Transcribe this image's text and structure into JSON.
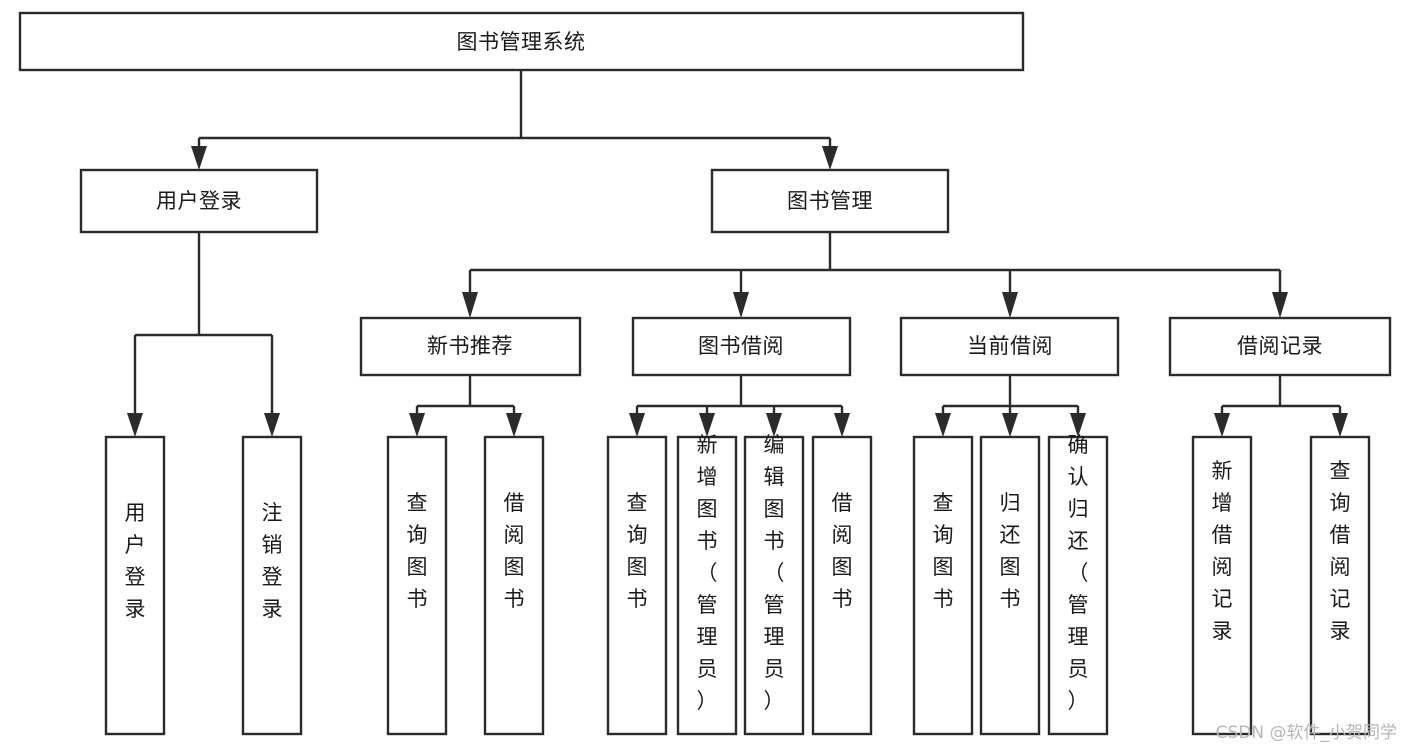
{
  "diagram": {
    "type": "tree",
    "title_node": "图书管理系统",
    "orientation": "top-down",
    "colors": {
      "box_stroke": "#2b2b2b",
      "box_fill": "#ffffff",
      "text": "#1a1a1a",
      "background": "#ffffff",
      "watermark": "#b6b6b6"
    },
    "nodes": {
      "root": {
        "label": "图书管理系统"
      },
      "level2": [
        {
          "id": "user-login",
          "label": "用户登录"
        },
        {
          "id": "book-management",
          "label": "图书管理"
        }
      ],
      "level3": [
        {
          "id": "new-book-recommend",
          "label": "新书推荐"
        },
        {
          "id": "book-borrow",
          "label": "图书借阅"
        },
        {
          "id": "current-borrow",
          "label": "当前借阅"
        },
        {
          "id": "borrow-record",
          "label": "借阅记录"
        }
      ],
      "leaves": {
        "user-login": [
          {
            "id": "leaf-user-login",
            "label": "用户登录"
          },
          {
            "id": "leaf-user-logout",
            "label": "注销登录"
          }
        ],
        "new-book-recommend": [
          {
            "id": "leaf-query-book-1",
            "label": "查询图书"
          },
          {
            "id": "leaf-borrow-book-1",
            "label": "借阅图书"
          }
        ],
        "book-borrow": [
          {
            "id": "leaf-query-book-2",
            "label": "查询图书"
          },
          {
            "id": "leaf-add-book",
            "label": "新增图书（管理员）"
          },
          {
            "id": "leaf-edit-book",
            "label": "编辑图书（管理员）"
          },
          {
            "id": "leaf-borrow-book-2",
            "label": "借阅图书"
          }
        ],
        "current-borrow": [
          {
            "id": "leaf-query-book-3",
            "label": "查询图书"
          },
          {
            "id": "leaf-return-book",
            "label": "归还图书"
          },
          {
            "id": "leaf-confirm-return",
            "label": "确认归还（管理员）"
          }
        ],
        "borrow-record": [
          {
            "id": "leaf-add-record",
            "label": "新增借阅记录"
          },
          {
            "id": "leaf-query-record",
            "label": "查询借阅记录"
          }
        ]
      }
    }
  },
  "watermark": {
    "text": "CSDN @软件_小贺同学"
  }
}
